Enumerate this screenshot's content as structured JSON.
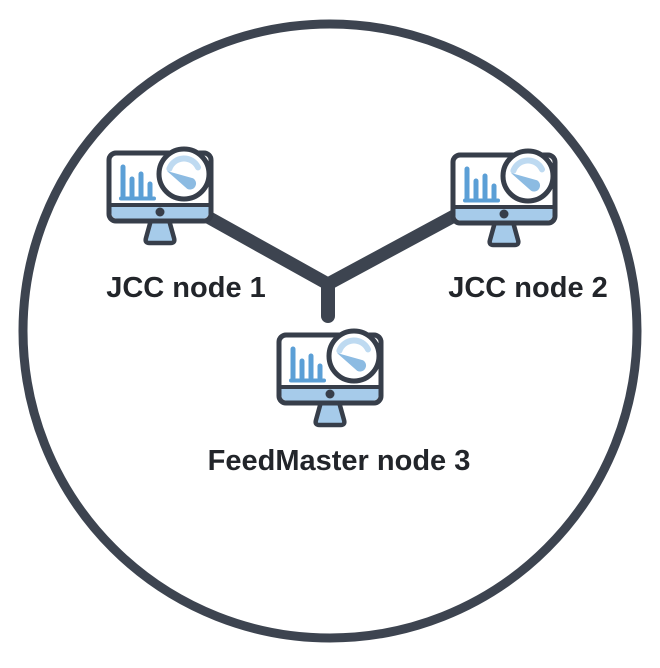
{
  "diagram": {
    "type": "network-cluster-diagram",
    "description": "Three monitor-with-gauge nodes inside a circular cluster boundary, joined by a Y-shaped connector",
    "nodes": [
      {
        "id": "jcc-node-1",
        "label": "JCC node 1",
        "icon": "monitor-dashboard-gauge-icon"
      },
      {
        "id": "jcc-node-2",
        "label": "JCC node 2",
        "icon": "monitor-dashboard-gauge-icon"
      },
      {
        "id": "feedmaster-node-3",
        "label": "FeedMaster node 3",
        "icon": "monitor-dashboard-gauge-icon"
      }
    ],
    "edges": [
      {
        "from": "jcc-node-1",
        "to": "junction"
      },
      {
        "from": "jcc-node-2",
        "to": "junction"
      },
      {
        "from": "junction",
        "to": "feedmaster-node-3"
      }
    ],
    "colors": {
      "background": "#ffffff",
      "boundary_circle": "#3d4450",
      "connector": "#3d4450",
      "label_text": "#22252a",
      "icon_outline": "#373e4a",
      "icon_light_blue": "#a6cbea",
      "icon_bar_blue": "#5b9fd6",
      "gauge_arc_blue": "#bedaf1",
      "gauge_needle_blue": "#8cbbe2"
    }
  }
}
